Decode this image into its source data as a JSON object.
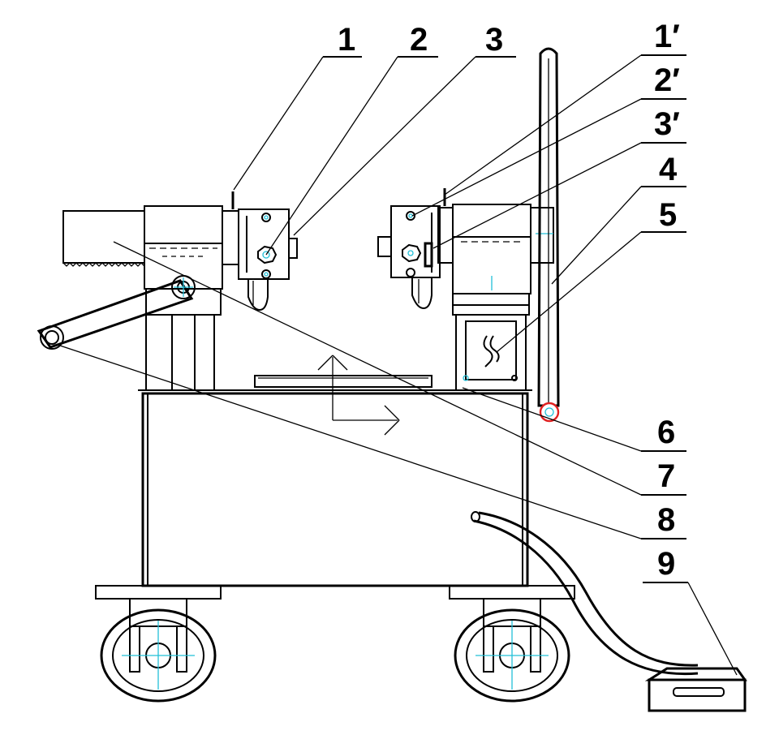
{
  "labels": {
    "l1": "1",
    "l2": "2",
    "l3": "3",
    "l1p": "1′",
    "l2p": "2′",
    "l3p": "3′",
    "l4": "4",
    "l5": "5",
    "l6": "6",
    "l7": "7",
    "l8": "8",
    "l9": "9"
  },
  "colors": {
    "line": "#000000",
    "centerline": "#22c0d8",
    "marker": "#e02020"
  }
}
